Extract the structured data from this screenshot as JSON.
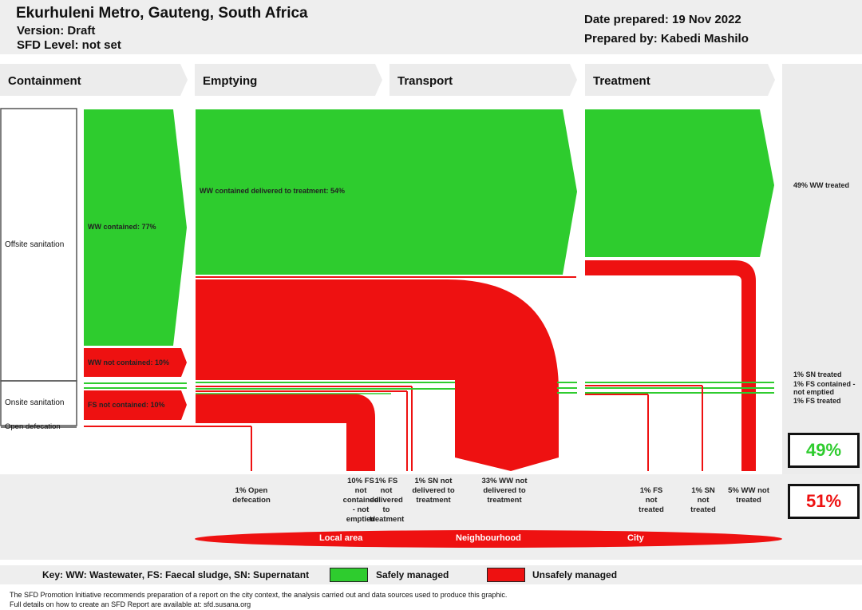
{
  "header": {
    "title": "Ekurhuleni Metro, Gauteng, South Africa",
    "version": "Version: Draft",
    "sfd_level": "SFD Level: not set",
    "date_prepared": "Date prepared: 19 Nov 2022",
    "prepared_by": "Prepared by: Kabedi Mashilo"
  },
  "steps": [
    "Containment",
    "Emptying",
    "Transport",
    "Treatment"
  ],
  "categories": {
    "offsite": "Offsite sanitation",
    "onsite": "Onsite sanitation",
    "open": "Open defecation"
  },
  "flow_labels": {
    "ww_contained": "WW contained: 77%",
    "ww_not_contained": "WW not contained: 10%",
    "fs_not_contained": "FS not contained: 10%",
    "ww_delivered": "WW contained delivered to treatment: 54%"
  },
  "right_labels": {
    "ww_treated": "49% WW treated",
    "sn_treated": "1% SN treated",
    "fs_contained_not_emptied": "1% FS contained - not emptied",
    "fs_treated": "1% FS treated"
  },
  "totals": {
    "safe": "49%",
    "unsafe": "51%",
    "safe_color": "#2ecc2e",
    "unsafe_color": "#ee1111"
  },
  "bottom_labels": [
    "1% Open defecation",
    "10% FS not contained - not emptied",
    "1% FS not delivered to treatment",
    "1% SN not delivered to treatment",
    "33% WW not delivered to treatment",
    "1% FS not treated",
    "1% SN not treated",
    "5% WW not treated"
  ],
  "areas": {
    "local": "Local area",
    "neighbourhood": "Neighbourhood",
    "city": "City"
  },
  "key": {
    "text": "Key: WW: Wastewater, FS: Faecal sludge, SN: Supernatant",
    "safe": "Safely managed",
    "unsafe": "Unsafely managed"
  },
  "footer": {
    "line1": "The SFD Promotion Initiative recommends preparation of a report on the city context, the analysis carried out and data sources used to produce this graphic.",
    "line2": "Full details on how to create an SFD Report are available at: sfd.susana.org"
  }
}
